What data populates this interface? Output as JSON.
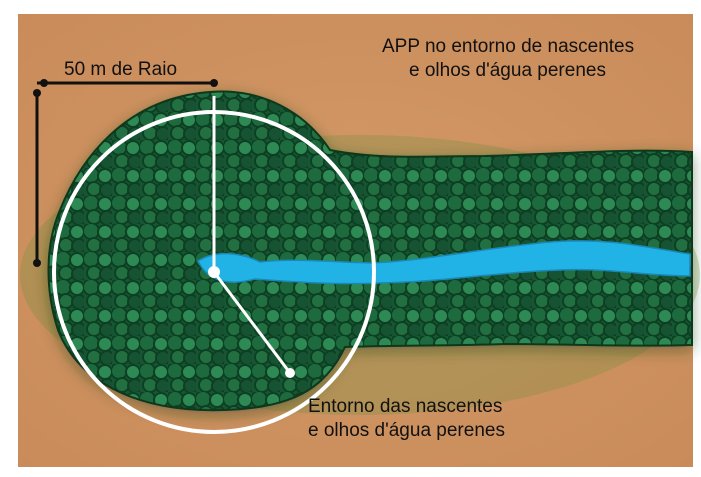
{
  "labels": {
    "radius_label": "50 m de Raio",
    "app_title_line1": "APP no entorno de nascentes",
    "app_title_line2": "e olhos d'água perenes",
    "surroundings_line1": "Entorno das nascentes",
    "surroundings_line2": "e olhos d'água perenes"
  },
  "colors": {
    "ground": "#c98f5e",
    "tree_dark": "#124d2c",
    "tree_mid": "#1f6b3d",
    "tree_light": "#2f8a55",
    "water": "#22b3e6",
    "white_line": "#ffffff",
    "black_line": "#111111"
  },
  "icons": {
    "spring_source": "spring-point-icon",
    "stream": "stream-icon"
  }
}
